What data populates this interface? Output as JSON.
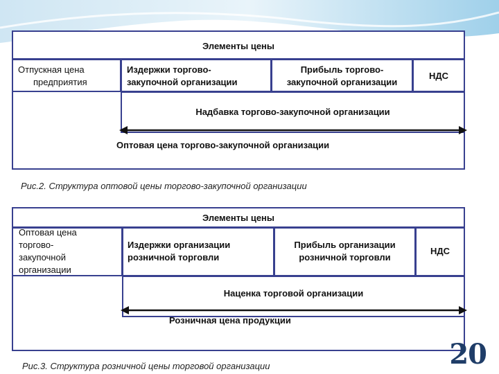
{
  "diagram1": {
    "header": "Элементы цены",
    "col1": [
      "Отпускная цена",
      "предприятия"
    ],
    "col2": [
      "Издержки торгово-",
      "закупочной организации"
    ],
    "col3": [
      "Прибыль торгово-",
      "закупочной организации"
    ],
    "col4": "НДС",
    "markup": "Надбавка торгово-закупочной организации",
    "price": "Оптовая цена торгово-закупочной организации",
    "caption": "Рис.2. Структура оптовой цены торгово-закупочной организации"
  },
  "diagram2": {
    "header": "Элементы цены",
    "col1": [
      "Оптовая цена",
      "торгово-",
      "закупочной",
      "организации"
    ],
    "col2": [
      "Издержки организации",
      "розничной торговли"
    ],
    "col3": [
      "Прибыль организации",
      "розничной торговли"
    ],
    "col4": "НДС",
    "markup": "Наценка торговой организации",
    "price": "Розничная цена продукции",
    "caption": "Рис.3. Структура розничной цены торговой организации"
  },
  "page_number": "20",
  "colors": {
    "border": "#38408f",
    "arrow": "#111111",
    "accent": "#1f3d68"
  }
}
